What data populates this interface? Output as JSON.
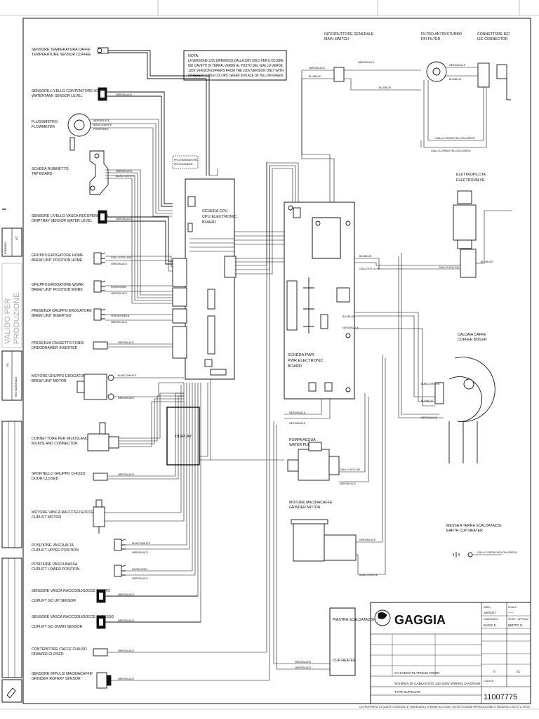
{
  "note": {
    "heading": "NOTA:",
    "lines": [
      "LA VERSIONE 120V DIFFERISCE DALLA 230V SOLO PER IL COLORE",
      "DEI CAVETTI DI TERRA: VERDE AL POSTO DEL GIALLO-VERDE.",
      "120V VERSION DIFFERS FROM THE 230V VERSION ONLY WITH",
      "DIFFERENT CABLE COLORS: GREEN IN PLACE OF YELLOW-GREEN."
    ]
  },
  "left_components": [
    {
      "it": "SENSORE TEMPERATURA CAFFE'",
      "en": "TEMPERATURE SENSOR COFFEE"
    },
    {
      "it": "SENSORE LIVELLO CONTENITORE H2O",
      "en": "WATERTANK SENSOR LEVEL"
    },
    {
      "it": "FLUSSIMETRO",
      "en": "FLOWMETER"
    },
    {
      "it": "SCHEDA RUBINETTO",
      "en": "TAP BOARD"
    },
    {
      "it": "SENSORE LIVELLO VASCA RECUPERO H2O",
      "en": "DRIPTRAY SENSOR WATER LEVEL"
    },
    {
      "it": "GRUPPO EROGATORE HOME",
      "en": "BREW UNIT POSITION HOME"
    },
    {
      "it": "GRUPPO EROGATORE WORK",
      "en": "BREW UNIT POSITION WORK"
    },
    {
      "it": "PRESENZA GRUPPO EROGATORE",
      "en": "BREW UNIT INSERTED"
    },
    {
      "it": "PRESENZA CASSETTO FONDI",
      "en": "DREGDRAWER INSERTED"
    },
    {
      "it": "MOTORE GRUPPO EROGATORE",
      "en": "BREW UNIT MOTOR"
    },
    {
      "it": "CONNETTORE PER MILKISLAND",
      "en": "MILKISLAND CONNECTOR"
    },
    {
      "it": "SPORTELLO GRUPPO CHIUSO",
      "en": "DOOR CLOSED"
    },
    {
      "it": "MOTORE VASCA RACCOGLIGOCCE",
      "en": "CUPLIFT MOTOR"
    },
    {
      "it": "POSIZIONE VASCA ALTA",
      "en": "CUPLIFT UPPER POSITION"
    },
    {
      "it": "POSIZIONE VASCA BASSA",
      "en": "CUPLIFT LOWER POSITION"
    },
    {
      "it": "SENSORE VASCA RACCOGLIGOCCE IN ALTO",
      "en": "CUPLIFT GO UP SENSOR"
    },
    {
      "it": "SENSORE VASCA RACCOGLIGOCCE IN BASSO",
      "en": "CUPLIFT GO DOWN SENSOR"
    },
    {
      "it": "CONTENITORE CAFFE' CHIUSO",
      "en": "DRAWER CLOSED"
    },
    {
      "it": "SENSORE IMPULSI MACINACAFFE'",
      "en": "GRINDER ROTARY SENSOR"
    }
  ],
  "right_components": {
    "main_switch": {
      "it": "INTERRUTTORE GENERALE",
      "en": "MAIN SWITCH"
    },
    "rfi_filter": {
      "it": "FILTRO ANTIDISTURBO",
      "en": "RFI FILTER"
    },
    "iec_connector": {
      "it": "CONNETTORE IEC",
      "en": "IEC CONNECTOR"
    },
    "solenoid": {
      "it": "ELETTROPILOTA",
      "en": "ELECTROVALVE"
    },
    "coffee_boiler": {
      "it": "CALDAIA CAFFE'",
      "en": "COFFEE BOILER"
    },
    "water_pump": {
      "it": "POMPA ACQUA",
      "en": "WATER PUMP"
    },
    "grinder_motor": {
      "it": "MOTORE MACINACAFFE'",
      "en": "GRINDER MOTOR"
    },
    "cup_heater_ground": {
      "it": "MESSA A TERRA SCALDATAZZE",
      "en": "EARTH CUP HEATER"
    },
    "cup_heater": {
      "it": "PIASTRA SCALDATAZZE",
      "en": "CUP HEATER"
    }
  },
  "boards": {
    "cpu": {
      "it": "SCHEDA CPU",
      "en": "CPU ELECTRONIC",
      "en2": "BOARD"
    },
    "pwr": {
      "it": "SCHEDA PWR",
      "en": "PWR ELECTRONIC",
      "en2": "BOARD"
    },
    "display": "DISPLAY",
    "programmer": [
      "PROGRAMMATORE",
      "PROGRAMMER"
    ]
  },
  "wire_labels": {
    "nero_black": "NERO/BLACK",
    "bianco_white": "BIANCO/WHITE",
    "blu_blue": "BLU/BLUE",
    "giallo_yellow": "GIALLO/YELLOW",
    "rosso_red": "ROSSO/RED",
    "verde_green": "VERDE/GREEN",
    "giallo_verde": "GIALLO-VERDE/YELLOW-GREEN"
  },
  "title_block": {
    "brand": "GAGGIA",
    "date_label": "DATA",
    "date": "16/04/07",
    "scale_label": "SCALA",
    "scale": "-----",
    "drawn_label": "DISEGNATO",
    "drawn_by": "BASSI F.",
    "approved_label": "VERIF. / APPROV.",
    "approved_by": "BERTO G.",
    "product": "CA SAECO PLATINUM VISION",
    "title": "SCHEMA DI CABLAGGIO 120-230V WIRING DIAGRAM",
    "type": "TYPE SUP034AR",
    "code": "11007775",
    "code_label": "CODICE",
    "sheet": "01",
    "rev": "0",
    "footer": "LA PROPRIETA' DI QUESTO DISEGNO E' RISERVATA A TERMINI DI LEGGE. VIETATO DARNE RIPRODUZIONE O RENDERLO NOTO A TERZI."
  },
  "side_tabs": {
    "format": "A2",
    "format_label": "FORMATO",
    "stamp": [
      "VALIDO PER",
      "PRODUZIONE"
    ],
    "rev_label": "REV MATERIALE",
    "rev_value": "01"
  }
}
